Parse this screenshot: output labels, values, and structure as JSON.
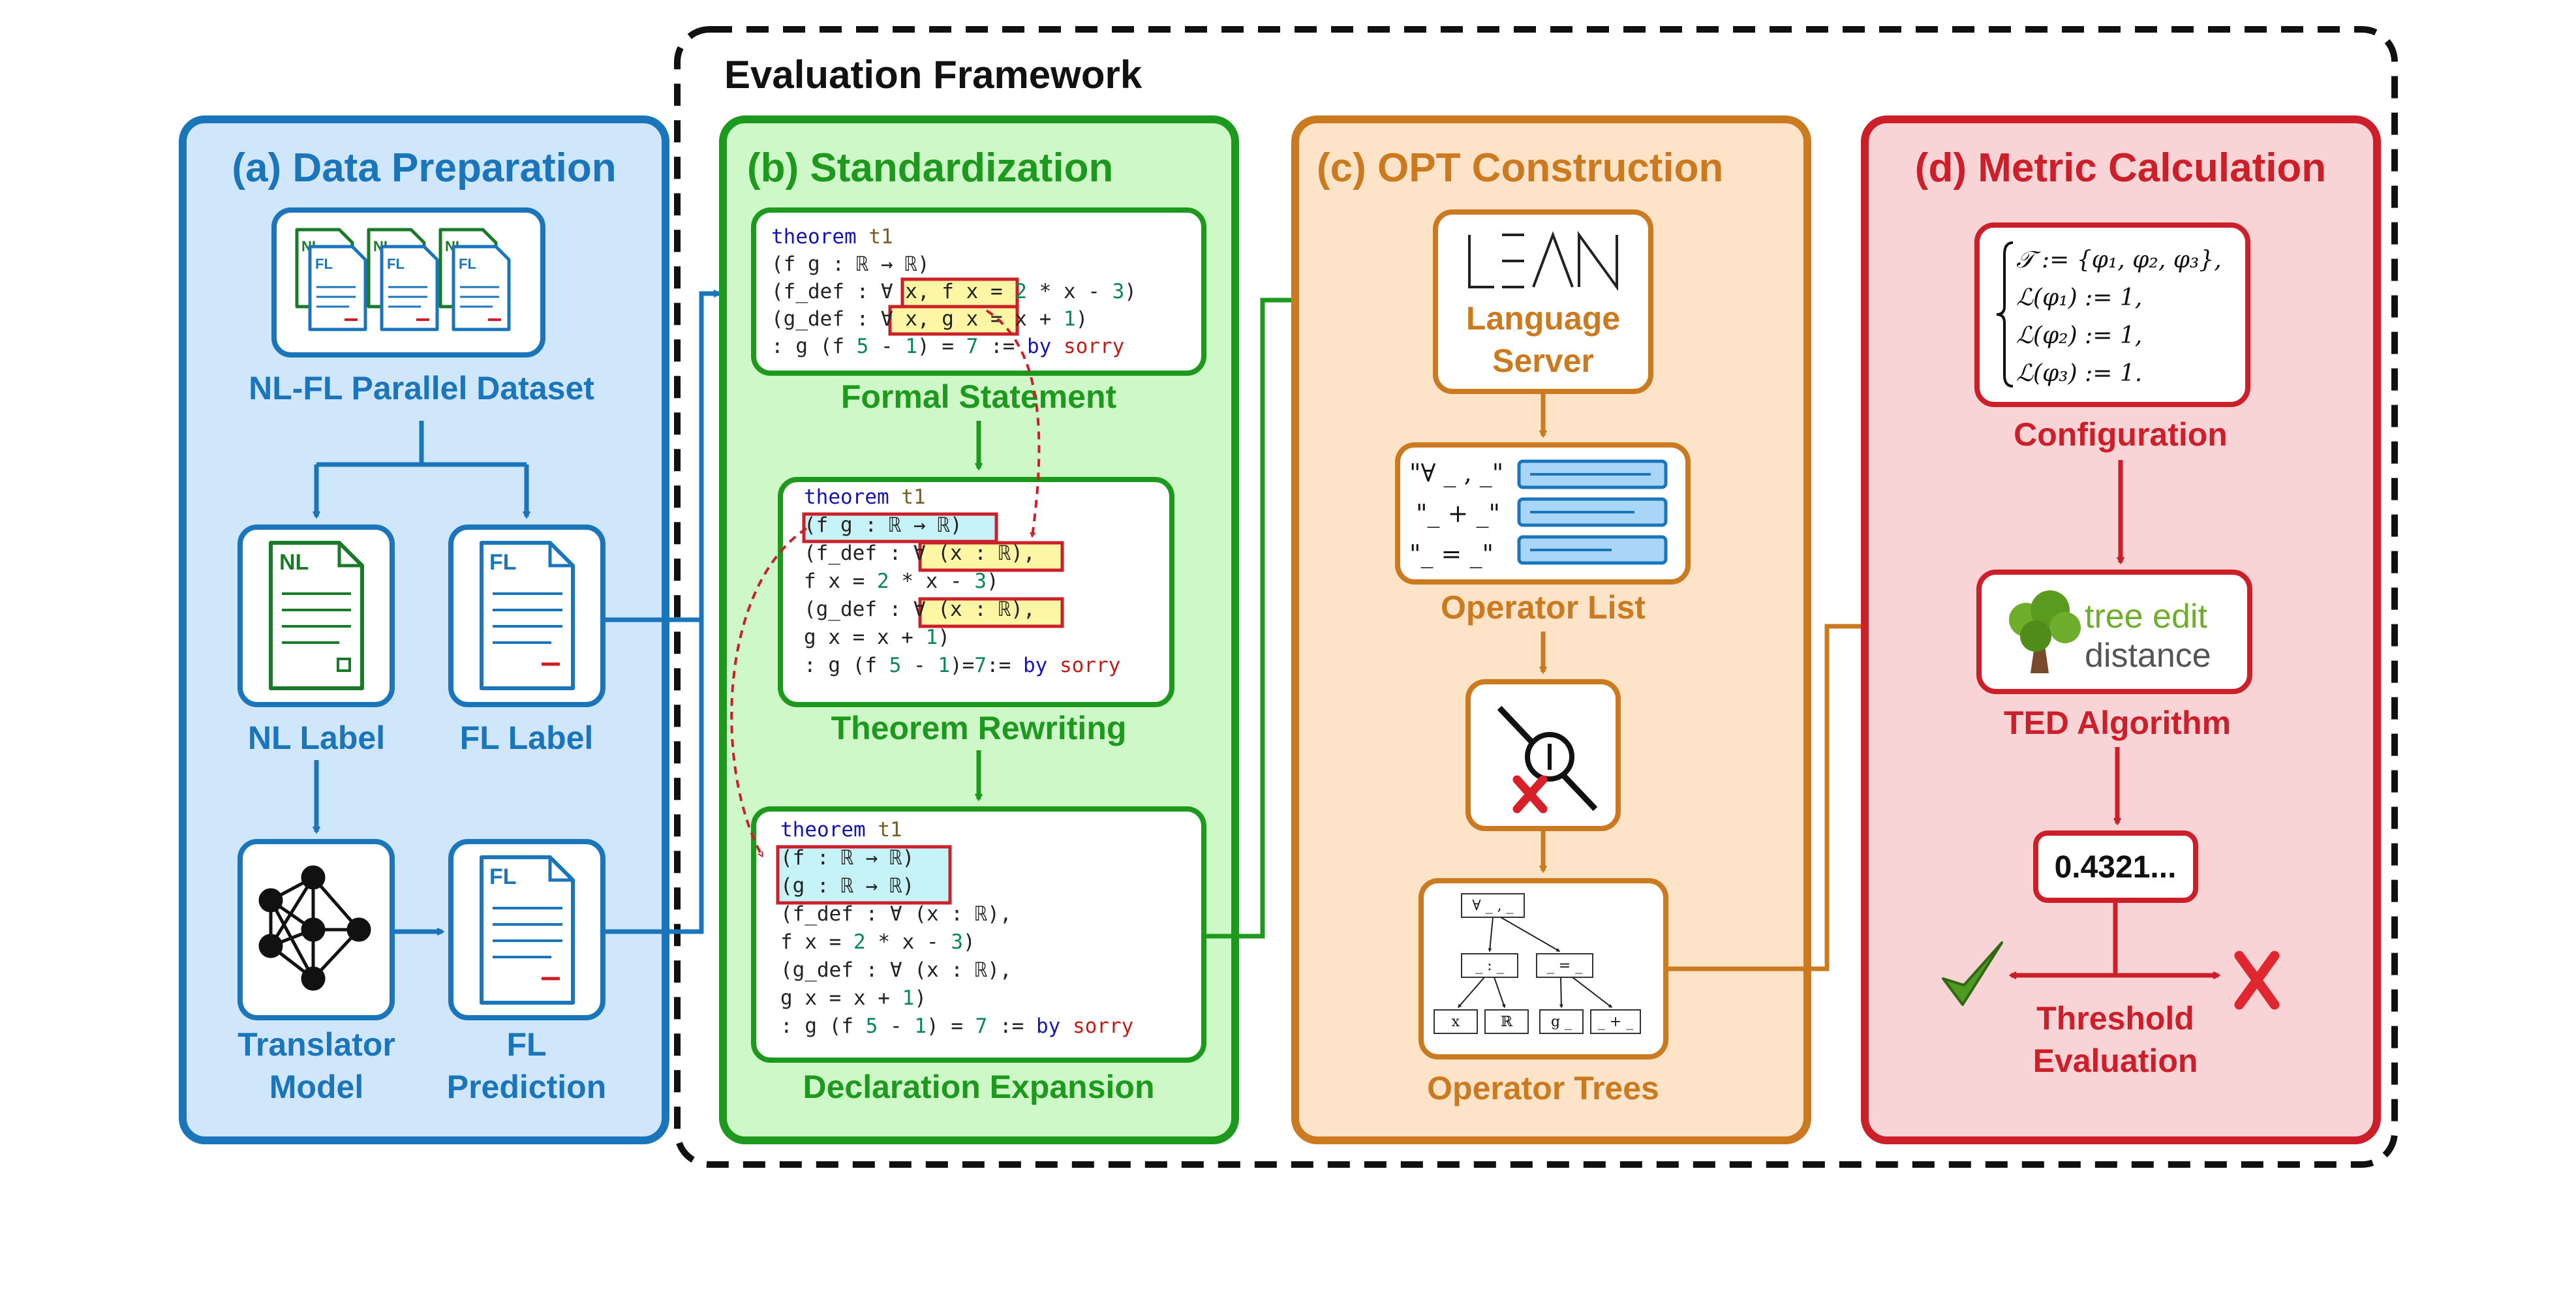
{
  "framework": {
    "title": "Evaluation Framework"
  },
  "colors": {
    "blue": "#1b75bb",
    "blue_bg": "#cfe6fb",
    "green": "#1d9a1d",
    "green_bg": "#cff8c8",
    "orange": "#cc7a1f",
    "orange_bg": "#fde3c8",
    "red": "#cc1f2a",
    "red_bg": "#f8d4d7",
    "code_kw": "#1414b4",
    "code_num": "#098658",
    "code_sorry": "#c41a16",
    "code_name": "#795e26",
    "highlight_yellow": "#fdf6a4",
    "highlight_cyan": "#c5f3f8"
  },
  "panel_a": {
    "title": "(a) Data Preparation",
    "dataset_label": "NL-FL Parallel Dataset",
    "doc_tags": {
      "nl": "NL",
      "fl": "FL"
    },
    "nl_label": "NL Label",
    "fl_label": "FL Label",
    "translator_label": [
      "Translator",
      "Model"
    ],
    "fl_prediction_label": [
      "FL",
      "Prediction"
    ]
  },
  "panel_b": {
    "title": "(b) Standardization",
    "formal_statement_label": "Formal Statement",
    "theorem_rewriting_label": "Theorem Rewriting",
    "declaration_expansion_label": "Declaration Expansion",
    "code1": [
      [
        "theorem ",
        "t1"
      ],
      [
        "(f g : ℝ → ℝ)"
      ],
      [
        "(f_def : ",
        "∀ x, f x",
        " = ",
        "2",
        " * x - ",
        "3",
        ")"
      ],
      [
        "(g_def : ",
        "∀ x, g x",
        " = x + ",
        "1",
        ")"
      ],
      [
        ": g (f ",
        "5",
        " - ",
        "1",
        ") = ",
        "7",
        " := ",
        "by",
        " ",
        "sorry"
      ]
    ],
    "code2": [
      [
        "theorem ",
        "t1"
      ],
      [
        "(f g : ℝ → ℝ)"
      ],
      [
        " (f_def : ",
        "∀ (x : ℝ)",
        ","
      ],
      [
        "  f x = ",
        "2",
        " * x - ",
        "3",
        ")"
      ],
      [
        " (g_def : ",
        "∀ (x : ℝ)",
        ","
      ],
      [
        "  g x = x + ",
        "1",
        ")"
      ],
      [
        " : g (f ",
        "5",
        " - ",
        "1",
        ")=",
        "7",
        ":= ",
        "by",
        " ",
        "sorry"
      ]
    ],
    "code3": [
      [
        "theorem ",
        "t1"
      ],
      [
        "(f : ℝ → ℝ)"
      ],
      [
        "(g : ℝ → ℝ)"
      ],
      [
        "(f_def : ∀ (x : ℝ),"
      ],
      [
        " f x = ",
        "2",
        " * x - ",
        "3",
        ")"
      ],
      [
        "(g_def : ∀ (x : ℝ),"
      ],
      [
        " g x = x + ",
        "1",
        ")"
      ],
      [
        ": g (f ",
        "5",
        " - ",
        "1",
        ") = ",
        "7",
        " := ",
        "by",
        " ",
        "sorry"
      ]
    ]
  },
  "panel_c": {
    "title": "(c) OPT Construction",
    "logo_text": "LEAN",
    "language_server_label": [
      "Language",
      "Server"
    ],
    "operator_list_label": "Operator List",
    "operators": [
      "\"∀ _ , _\"",
      "\"_ + _\"",
      "\"_ = _\""
    ],
    "operator_trees_label": "Operator Trees",
    "tree_nodes": {
      "root": "∀ _ , _",
      "mid_left": "_ : _",
      "mid_right": "_ = _",
      "leaves": [
        "x",
        "ℝ",
        "g _",
        "_ + _"
      ]
    }
  },
  "panel_d": {
    "title": "(d) Metric Calculation",
    "config_lines": [
      "𝒯 := {φ₁, φ₂, φ₃},",
      "ℒ(φ₁) := 1,",
      "ℒ(φ₂) := 1,",
      "ℒ(φ₃) := 1."
    ],
    "configuration_label": "Configuration",
    "ted_logo_line1": "tree edit",
    "ted_logo_line2": "distance",
    "ted_label": "TED Algorithm",
    "score": "0.4321...",
    "threshold_label": [
      "Threshold",
      "Evaluation"
    ]
  }
}
